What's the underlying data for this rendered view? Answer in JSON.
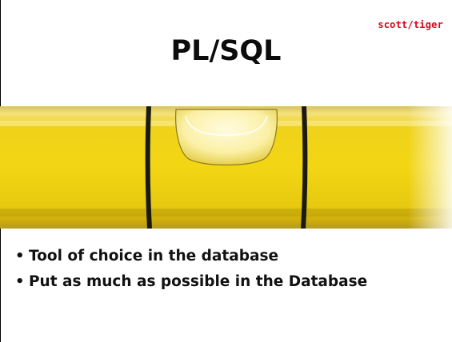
{
  "slide": {
    "tag": "scott/tiger",
    "title": "PL/SQL",
    "bullets": [
      "Tool of choice in the database",
      "Put as much as possible in the Database"
    ]
  },
  "colors": {
    "tag": "#e2001a",
    "liquid": "#f2d614",
    "ring": "#1a1a10"
  },
  "image": {
    "name": "spirit-level-bubble-vial"
  }
}
